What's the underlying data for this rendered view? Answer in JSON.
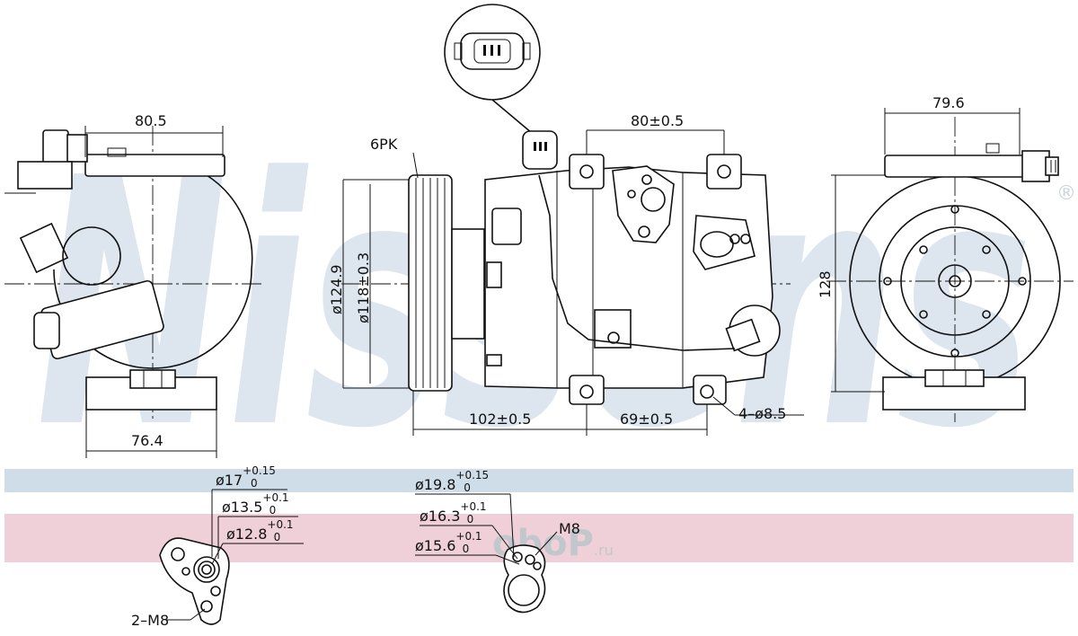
{
  "watermark": {
    "brand": "Nissens",
    "registered": "®",
    "site": "oboP",
    "site_suffix": ".ru",
    "colors": {
      "letters": "#dde6ef",
      "band_blue": "#cfdde8",
      "band_pink": "#efd0d8",
      "site_text": "#c2c7cc"
    }
  },
  "connector_callout": {
    "name": "electrical-connector"
  },
  "left_view": {
    "width_top": "80.5",
    "width_bottom": "76.4"
  },
  "side_view": {
    "belt_type": "6PK",
    "pulley_outer": "ø124.9",
    "pulley_inner": "ø118±0.3",
    "mount_spacing_top": "80±0.5",
    "length_main": "102±0.5",
    "mount_spacing_bottom": "69±0.5",
    "mount_holes": "4–ø8.5"
  },
  "right_view": {
    "width": "79.6",
    "height": "128"
  },
  "port_left": {
    "d1": {
      "base": "ø17",
      "upper": "+0.15",
      "lower": "0"
    },
    "d2": {
      "base": "ø13.5",
      "upper": "+0.1",
      "lower": "0"
    },
    "d3": {
      "base": "ø12.8",
      "upper": "+0.1",
      "lower": "0"
    },
    "thread": "2–M8"
  },
  "port_right": {
    "d1": {
      "base": "ø19.8",
      "upper": "+0.15",
      "lower": "0"
    },
    "d2": {
      "base": "ø16.3",
      "upper": "+0.1",
      "lower": "0"
    },
    "d3": {
      "base": "ø15.6",
      "upper": "+0.1",
      "lower": "0"
    },
    "thread": "M8"
  }
}
